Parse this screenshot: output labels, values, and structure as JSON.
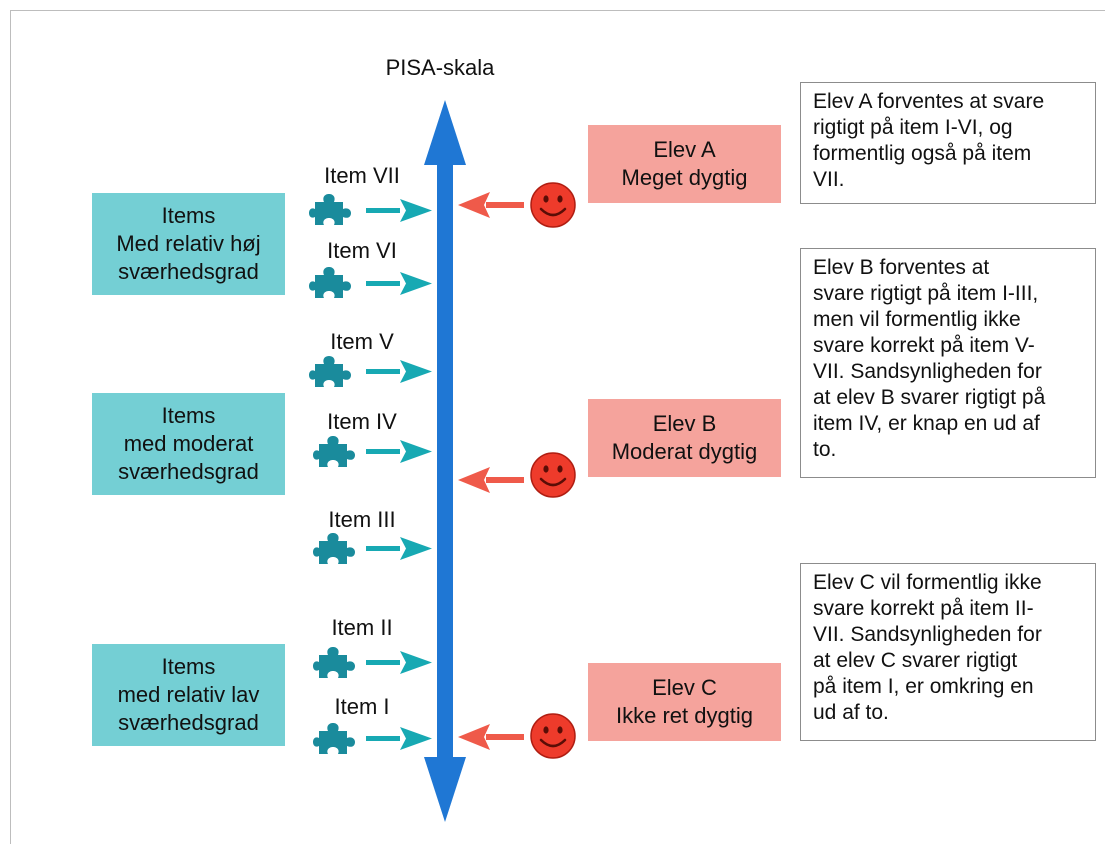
{
  "scale": {
    "title": "PISA-skala"
  },
  "categories": [
    {
      "lines": [
        "Items",
        "Med relativ høj",
        "sværhedsgrad"
      ]
    },
    {
      "lines": [
        "Items",
        "med moderat",
        "sværhedsgrad"
      ]
    },
    {
      "lines": [
        "Items",
        "med relativ lav",
        "sværhedsgrad"
      ]
    }
  ],
  "items": [
    {
      "label": "Item VII"
    },
    {
      "label": "Item VI"
    },
    {
      "label": "Item V"
    },
    {
      "label": "Item IV"
    },
    {
      "label": "Item III"
    },
    {
      "label": "Item II"
    },
    {
      "label": "Item I"
    }
  ],
  "students": [
    {
      "lines": [
        "Elev A",
        "Meget dygtig"
      ]
    },
    {
      "lines": [
        "Elev B",
        "Moderat dygtig"
      ]
    },
    {
      "lines": [
        "Elev C",
        "Ikke ret dygtig"
      ]
    }
  ],
  "notes": [
    {
      "lines": [
        "Elev A forventes at svare",
        "rigtigt på item I-VI, og",
        "formentlig også på item",
        "VII."
      ]
    },
    {
      "lines": [
        "Elev B forventes at",
        "svare rigtigt på item I-III,",
        "men vil formentlig ikke",
        "svare korrekt på item V-",
        "VII. Sandsynligheden for",
        "at elev B svarer rigtigt på",
        "item IV, er knap en ud af",
        "to."
      ]
    },
    {
      "lines": [
        "Elev C vil formentlig ikke",
        "svare korrekt på item II-",
        "VII. Sandsynligheden for",
        "at elev C svarer rigtigt",
        "på item I, er omkring en",
        "ud af to."
      ]
    }
  ],
  "colors": {
    "axis": "#1f77d4",
    "category_fill": "#74cfd4",
    "item_arrow": "#17a9b3",
    "puzzle": "#1a8b9c",
    "student_fill": "#f5a39c",
    "student_arrow": "#ef5a4a",
    "smiley": "#ee3b2b"
  },
  "icons": {
    "item": "puzzle-piece-icon",
    "student": "smiley-face-icon",
    "scale": "double-arrow-icon"
  }
}
